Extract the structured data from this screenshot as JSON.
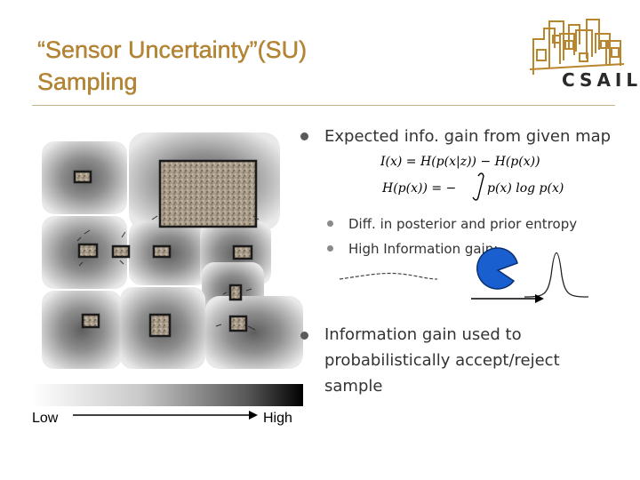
{
  "title": {
    "line1": "“Sensor Uncertainty”(SU)",
    "line2": "Sampling"
  },
  "logo": {
    "text": "CSAIL",
    "icon": "csail-building-logo"
  },
  "bullets": {
    "b1": "Expected info. gain from given map",
    "sub1": "Diff. in posterior and prior entropy",
    "sub2": "High Information gain:",
    "b2_line1": "Information gain used to",
    "b2_line2": "probabilistically accept/reject",
    "b2_line3": "sample"
  },
  "formulas": {
    "f1_lhs": "I(x) = H(p(x|z)) − H(p(x))",
    "f2_lhs": "H(p(x)) = −",
    "f2_rhs": "p(x) log p(x)"
  },
  "scale": {
    "low": "Low",
    "high": "High"
  },
  "colors": {
    "title": "#b8862f",
    "rule": "#c9b28a",
    "pacman": "#1a5fd0"
  }
}
